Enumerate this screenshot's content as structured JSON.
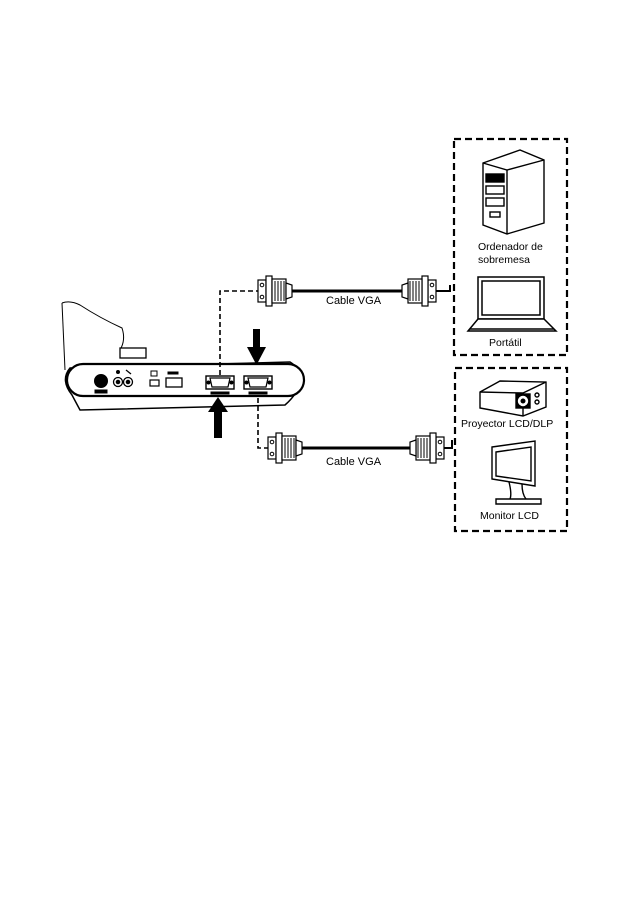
{
  "labels": {
    "desktop_line1": "Ordenador de",
    "desktop_line2": "sobremesa",
    "laptop": "Portátil",
    "projector": "Proyector LCD/DLP",
    "monitor": "Monitor LCD",
    "cable_top": "Cable VGA",
    "cable_bottom": "Cable VGA"
  },
  "icons": {
    "desktop": "desktop-tower-icon",
    "laptop": "laptop-icon",
    "projector": "projector-icon",
    "monitor": "lcd-monitor-icon",
    "arrow_down": "arrow-down-icon",
    "arrow_up": "arrow-up-icon"
  },
  "colors": {
    "line": "#000000",
    "background": "#ffffff"
  }
}
